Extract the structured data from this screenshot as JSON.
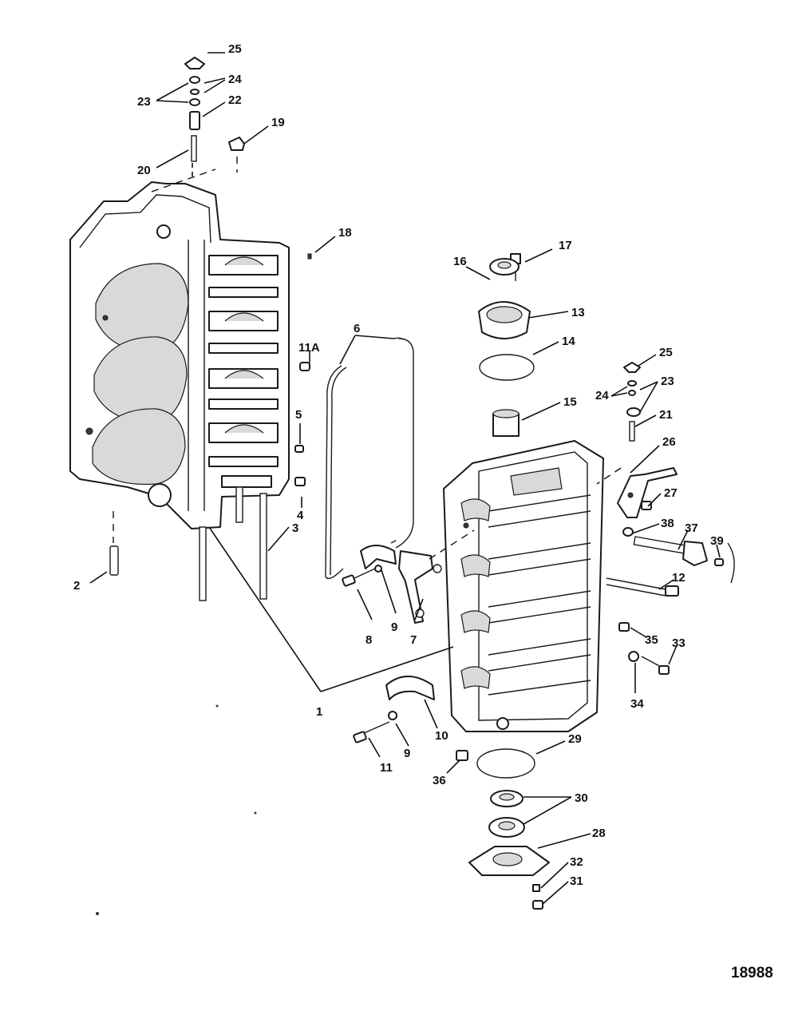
{
  "figure_number": "18988",
  "callouts": {
    "c1": "1",
    "c2": "2",
    "c3": "3",
    "c4": "4",
    "c5": "5",
    "c6": "6",
    "c7": "7",
    "c8": "8",
    "c9a": "9",
    "c9b": "9",
    "c10": "10",
    "c11": "11",
    "c11A": "11A",
    "c12": "12",
    "c13": "13",
    "c14": "14",
    "c15": "15",
    "c16": "16",
    "c17": "17",
    "c18": "18",
    "c19": "19",
    "c20": "20",
    "c21": "21",
    "c22": "22",
    "c23a": "23",
    "c23b": "23",
    "c24a": "24",
    "c24b": "24",
    "c25a": "25",
    "c25b": "25",
    "c26": "26",
    "c27": "27",
    "c28": "28",
    "c29": "29",
    "c30": "30",
    "c31": "31",
    "c32": "32",
    "c33": "33",
    "c34": "34",
    "c35": "35",
    "c36": "36",
    "c37": "37",
    "c38": "38",
    "c39": "39"
  }
}
